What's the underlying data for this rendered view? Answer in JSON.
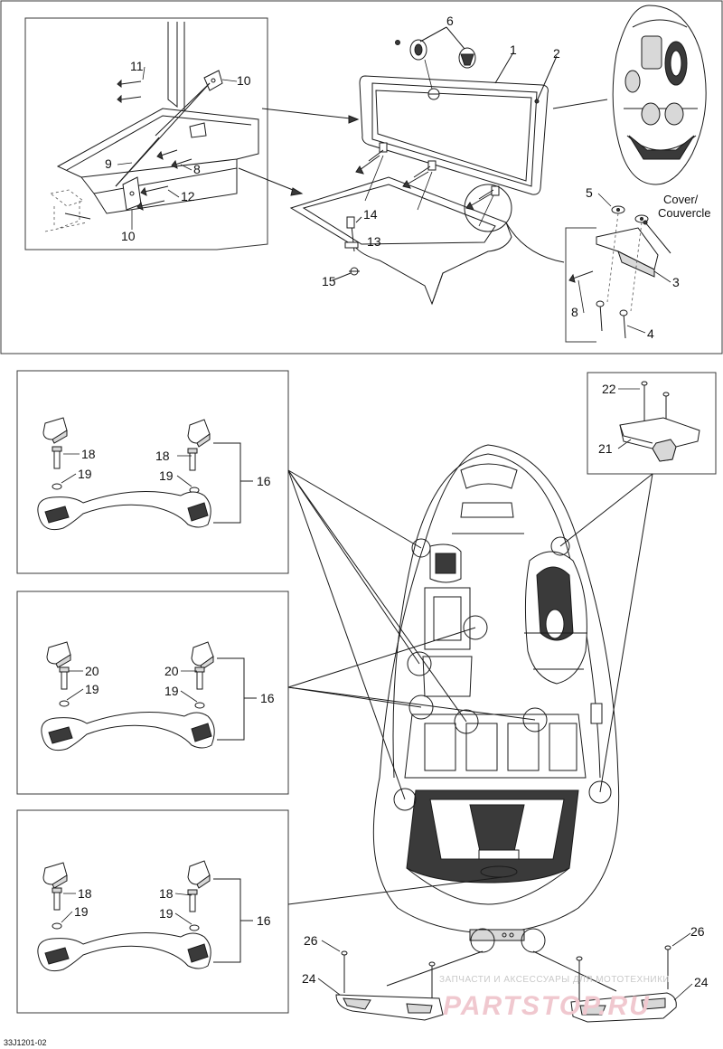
{
  "diagram_code": "33J1201-02",
  "cover_label_line1": "Cover/",
  "cover_label_line2": "Couvercle",
  "watermark": {
    "tagline": "ЗАПЧАСТИ И АКСЕССУАРЫ ДЛЯ МОТОТЕХНИКИ",
    "brand": "PARTSTOP.RU"
  },
  "callouts": {
    "c1": "1",
    "c2": "2",
    "c3": "3",
    "c4": "4",
    "c5": "5",
    "c6": "6",
    "c8a": "8",
    "c8b": "8",
    "c9": "9",
    "c10a": "10",
    "c10b": "10",
    "c11": "11",
    "c12": "12",
    "c13": "13",
    "c14": "14",
    "c15": "15",
    "c16a": "16",
    "c16b": "16",
    "c16c": "16",
    "c18a": "18",
    "c18b": "18",
    "c18c": "18",
    "c18d": "18",
    "c19a": "19",
    "c19b": "19",
    "c19c": "19",
    "c19d": "19",
    "c19e": "19",
    "c19f": "19",
    "c20a": "20",
    "c20b": "20",
    "c21": "21",
    "c22": "22",
    "c24a": "24",
    "c24b": "24",
    "c26a": "26",
    "c26b": "26"
  }
}
